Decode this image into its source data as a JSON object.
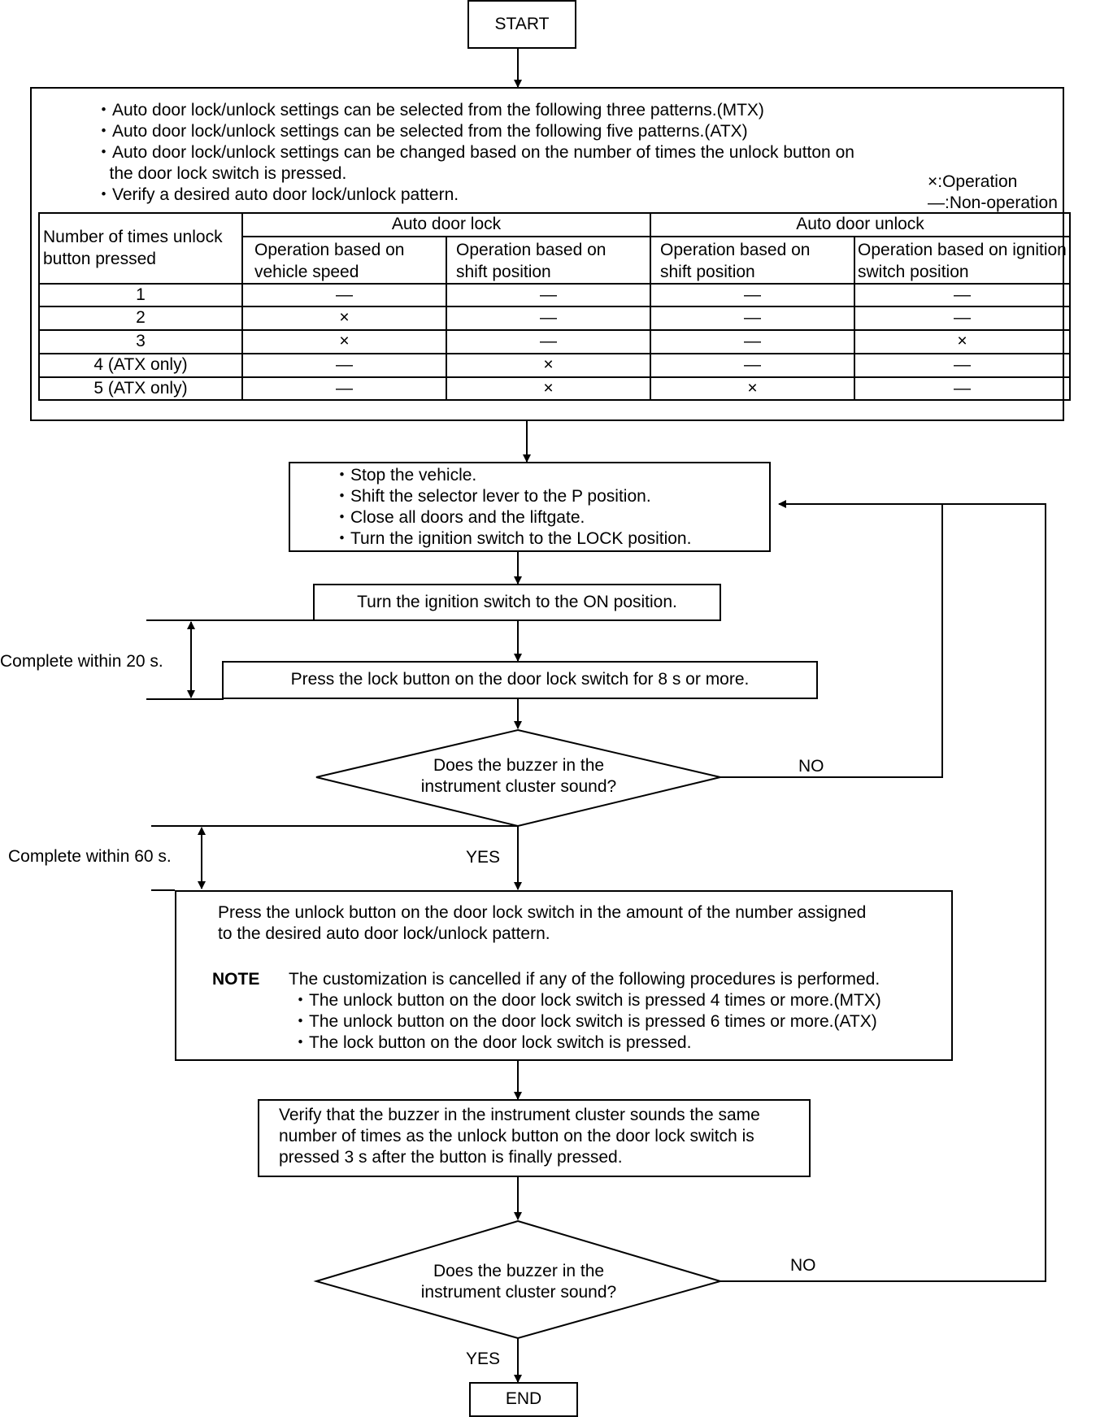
{
  "start_label": "START",
  "end_label": "END",
  "intro": {
    "bullets": [
      "・Auto door lock/unlock settings can be selected from the following three patterns.(MTX)",
      "・Auto door lock/unlock settings can be selected from the following five patterns.(ATX)",
      "・Auto door lock/unlock settings can be changed based on the number of times the unlock button on",
      "   the door lock switch is pressed.",
      "・Verify a desired auto door lock/unlock pattern."
    ],
    "legend": {
      "operation": "×:Operation",
      "non_operation": "—:Non-operation"
    }
  },
  "table": {
    "row_header": [
      "Number of times unlock",
      "button pressed"
    ],
    "group_lock": "Auto door lock",
    "group_unlock": "Auto door unlock",
    "col_vehicle_speed": [
      "Operation based on",
      "vehicle speed"
    ],
    "col_shift_lock": [
      "Operation based on",
      "shift position"
    ],
    "col_shift_unlock": [
      "Operation based on",
      "shift position"
    ],
    "col_ignition": [
      "Operation based on ignition",
      "switch position"
    ],
    "rows": [
      {
        "label": "1",
        "cells": [
          "—",
          "—",
          "—",
          "—"
        ]
      },
      {
        "label": "2",
        "cells": [
          "×",
          "—",
          "—",
          "—"
        ]
      },
      {
        "label": "3",
        "cells": [
          "×",
          "—",
          "—",
          "×"
        ]
      },
      {
        "label": "4 (ATX only)",
        "cells": [
          "—",
          "×",
          "—",
          "—"
        ]
      },
      {
        "label": "5 (ATX only)",
        "cells": [
          "—",
          "×",
          "×",
          "—"
        ]
      }
    ]
  },
  "step_prepare": [
    "・Stop the vehicle.",
    "・Shift the selector lever to the P position.",
    "・Close all doors and the liftgate.",
    "・Turn the ignition switch to the LOCK position."
  ],
  "step_ignition_on": "Turn the ignition switch to the ON position.",
  "step_press_lock": "Press the lock button on the door lock switch for 8 s or more.",
  "timing_20": "Complete within 20 s.",
  "timing_60": "Complete within 60 s.",
  "decision_1": [
    "Does the buzzer in the",
    "instrument cluster sound?"
  ],
  "decision_2": [
    "Does the buzzer in the",
    "instrument cluster sound?"
  ],
  "yes_label": "YES",
  "no_label": "NO",
  "step_press_unlock": {
    "lines": [
      "Press the unlock button on the door lock switch in the amount of the number assigned",
      "to the desired auto door lock/unlock pattern."
    ],
    "note_label": "NOTE",
    "note_text": "The customization is cancelled if any of the following procedures is performed.",
    "note_items": [
      "・The unlock button on the door lock switch is pressed 4 times or more.(MTX)",
      "・The unlock button on the door lock switch is pressed 6 times or more.(ATX)",
      "・The lock button on the door lock switch is pressed."
    ]
  },
  "step_verify": [
    "Verify that the buzzer in the instrument cluster sounds the same",
    "number of times as the unlock button on the door lock switch is",
    "pressed 3 s after the button is finally pressed."
  ]
}
